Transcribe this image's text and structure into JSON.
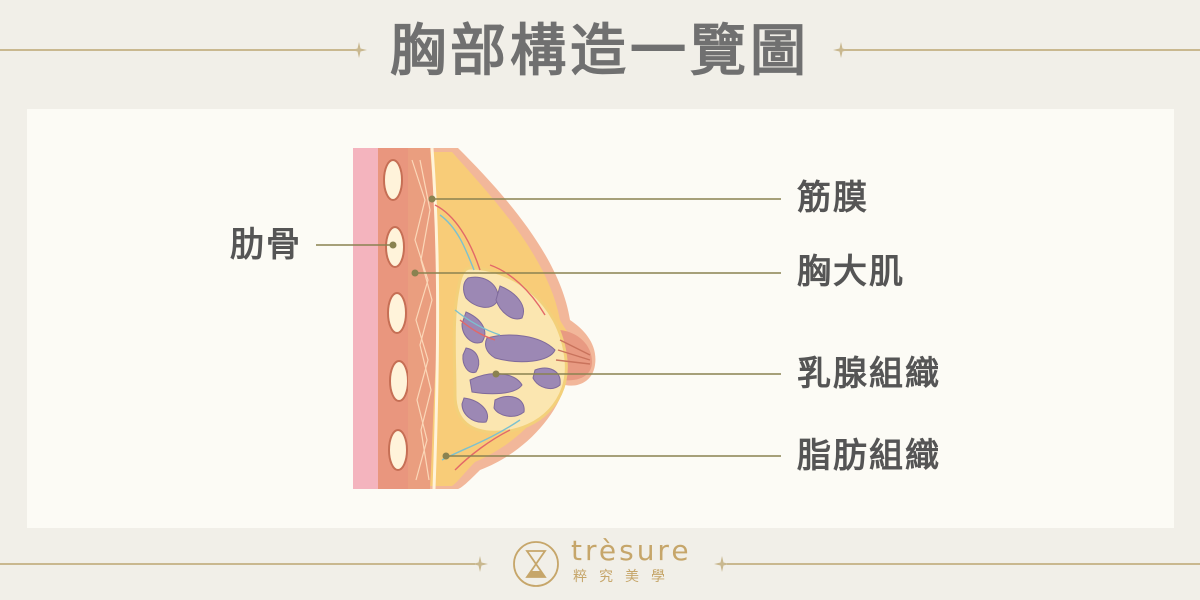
{
  "title": "胸部構造一覽圖",
  "labels": {
    "rib": "肋骨",
    "fascia": "筋膜",
    "pectoralis": "胸大肌",
    "mammary": "乳腺組織",
    "fat": "脂肪組織"
  },
  "brand": {
    "name": "trèsure",
    "sub": "粹究美學"
  },
  "colors": {
    "background": "#f1efe8",
    "panel": "#fcfbf5",
    "gold": "#c9b88f",
    "leader": "#8a8250",
    "title": "#707070",
    "label": "#555555"
  }
}
